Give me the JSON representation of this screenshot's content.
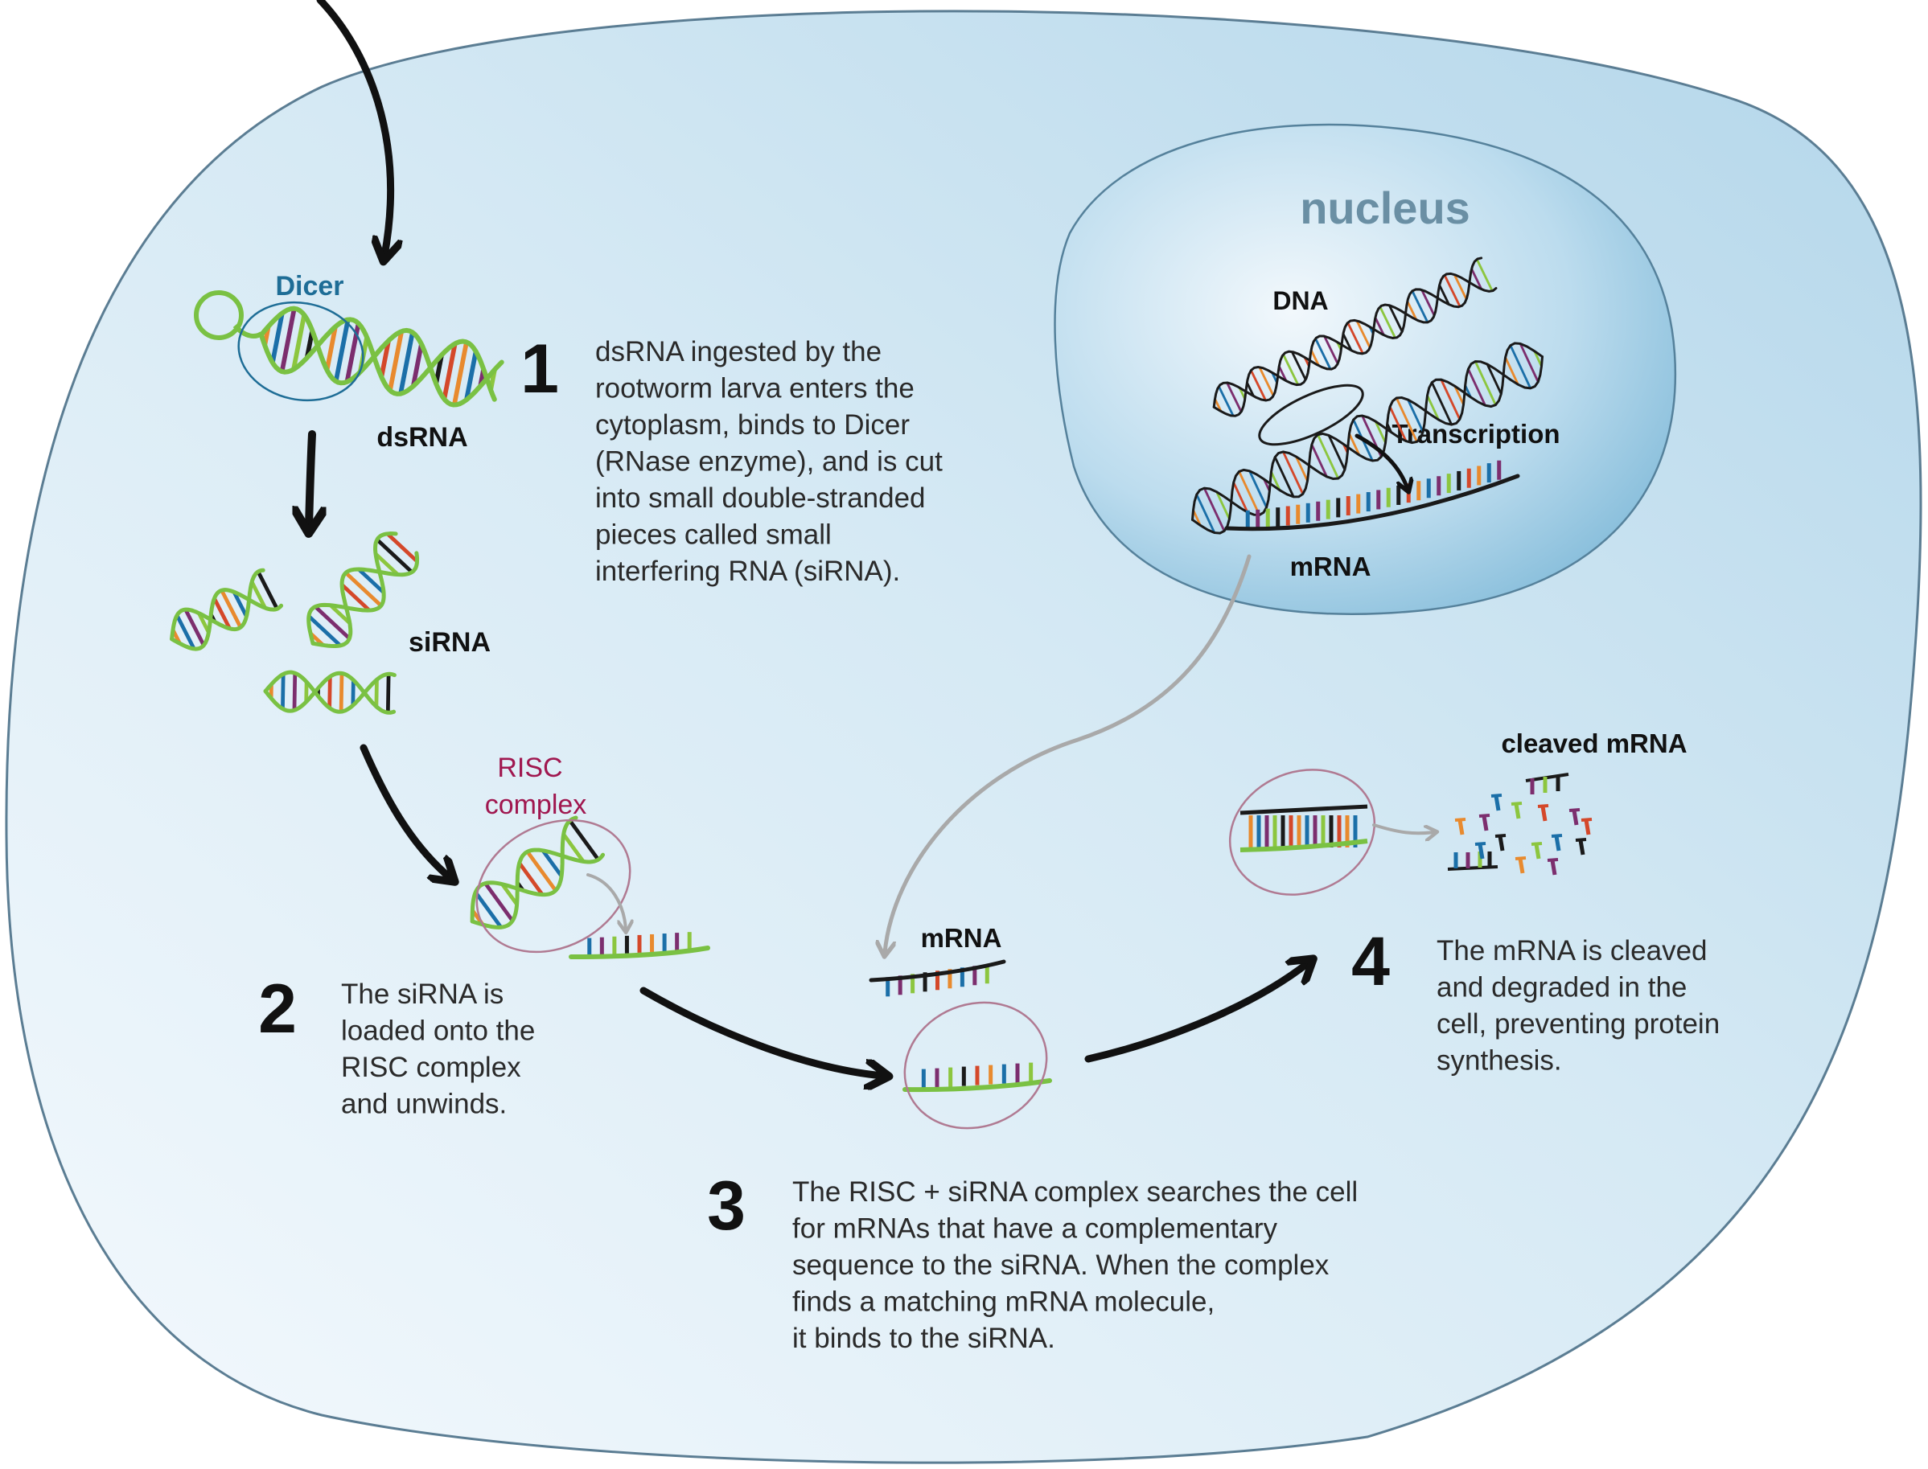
{
  "colors": {
    "cell_fill_light": "#f1f7fc",
    "cell_fill_dark": "#b9daeb",
    "cell_outline": "#5b7d93",
    "nucleus_fill_light": "#e6f2fa",
    "nucleus_fill_dark": "#8cc3de",
    "nucleus_outline": "#55819b",
    "nucleus_title": "#6a8fa4",
    "dicer": "#1e6d96",
    "risc": "#a0174f",
    "risc_outline": "#b07a92",
    "rna_backbone": "#7ac143",
    "mrna_backbone": "#1a1a1a",
    "arrow": "#111111",
    "gray_arrow": "#a9a9a9",
    "base_colors": [
      "#e88a2e",
      "#1b6fa8",
      "#7c2e6e",
      "#8cc63f",
      "#1a1a1a",
      "#d4482a"
    ]
  },
  "labels": {
    "dicer": "Dicer",
    "dsrna": "dsRNA",
    "sirna": "siRNA",
    "risc_line1": "RISC",
    "risc_line2": "complex",
    "nucleus": "nucleus",
    "dna": "DNA",
    "transcription": "Transcription",
    "mrna_nucleus": "mRNA",
    "mrna_search": "mRNA",
    "cleaved_mrna": "cleaved mRNA"
  },
  "steps": [
    {
      "number": "1",
      "lines": [
        "dsRNA ingested by the",
        "rootworm larva enters the",
        "cytoplasm, binds to Dicer",
        "(RNase enzyme), and is cut",
        "into small double-stranded",
        "pieces called small",
        "interfering RNA (siRNA)."
      ]
    },
    {
      "number": "2",
      "lines": [
        "The siRNA is",
        "loaded onto the",
        "RISC complex",
        "and unwinds."
      ]
    },
    {
      "number": "3",
      "lines": [
        "The RISC + siRNA complex searches the cell",
        "for mRNAs that have a complementary",
        "sequence to the siRNA. When the complex",
        "finds a matching mRNA molecule,",
        "it binds to the siRNA."
      ]
    },
    {
      "number": "4",
      "lines": [
        "The mRNA is cleaved",
        "and degraded in the",
        "cell, preventing protein",
        "synthesis."
      ]
    }
  ]
}
